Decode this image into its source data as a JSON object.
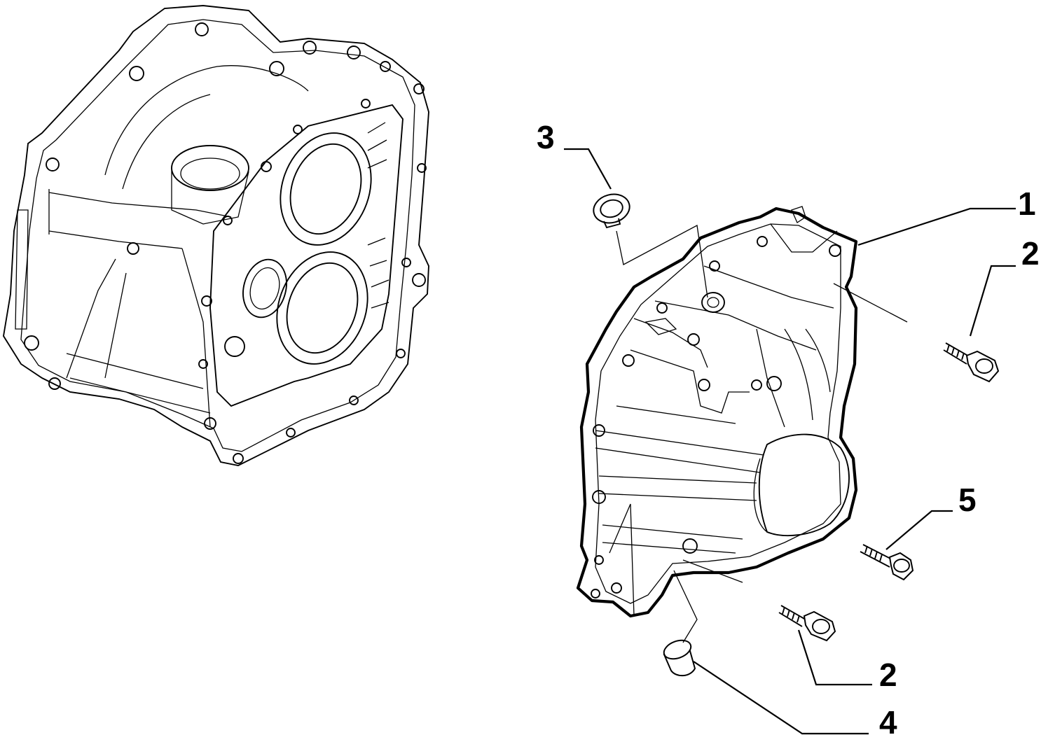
{
  "callouts": [
    {
      "id": "c1",
      "label": "1"
    },
    {
      "id": "c2a",
      "label": "2"
    },
    {
      "id": "c2b",
      "label": "2"
    },
    {
      "id": "c3",
      "label": "3"
    },
    {
      "id": "c4",
      "label": "4"
    },
    {
      "id": "c5",
      "label": "5"
    }
  ],
  "colors": {
    "line": "#000000",
    "background": "#ffffff"
  }
}
